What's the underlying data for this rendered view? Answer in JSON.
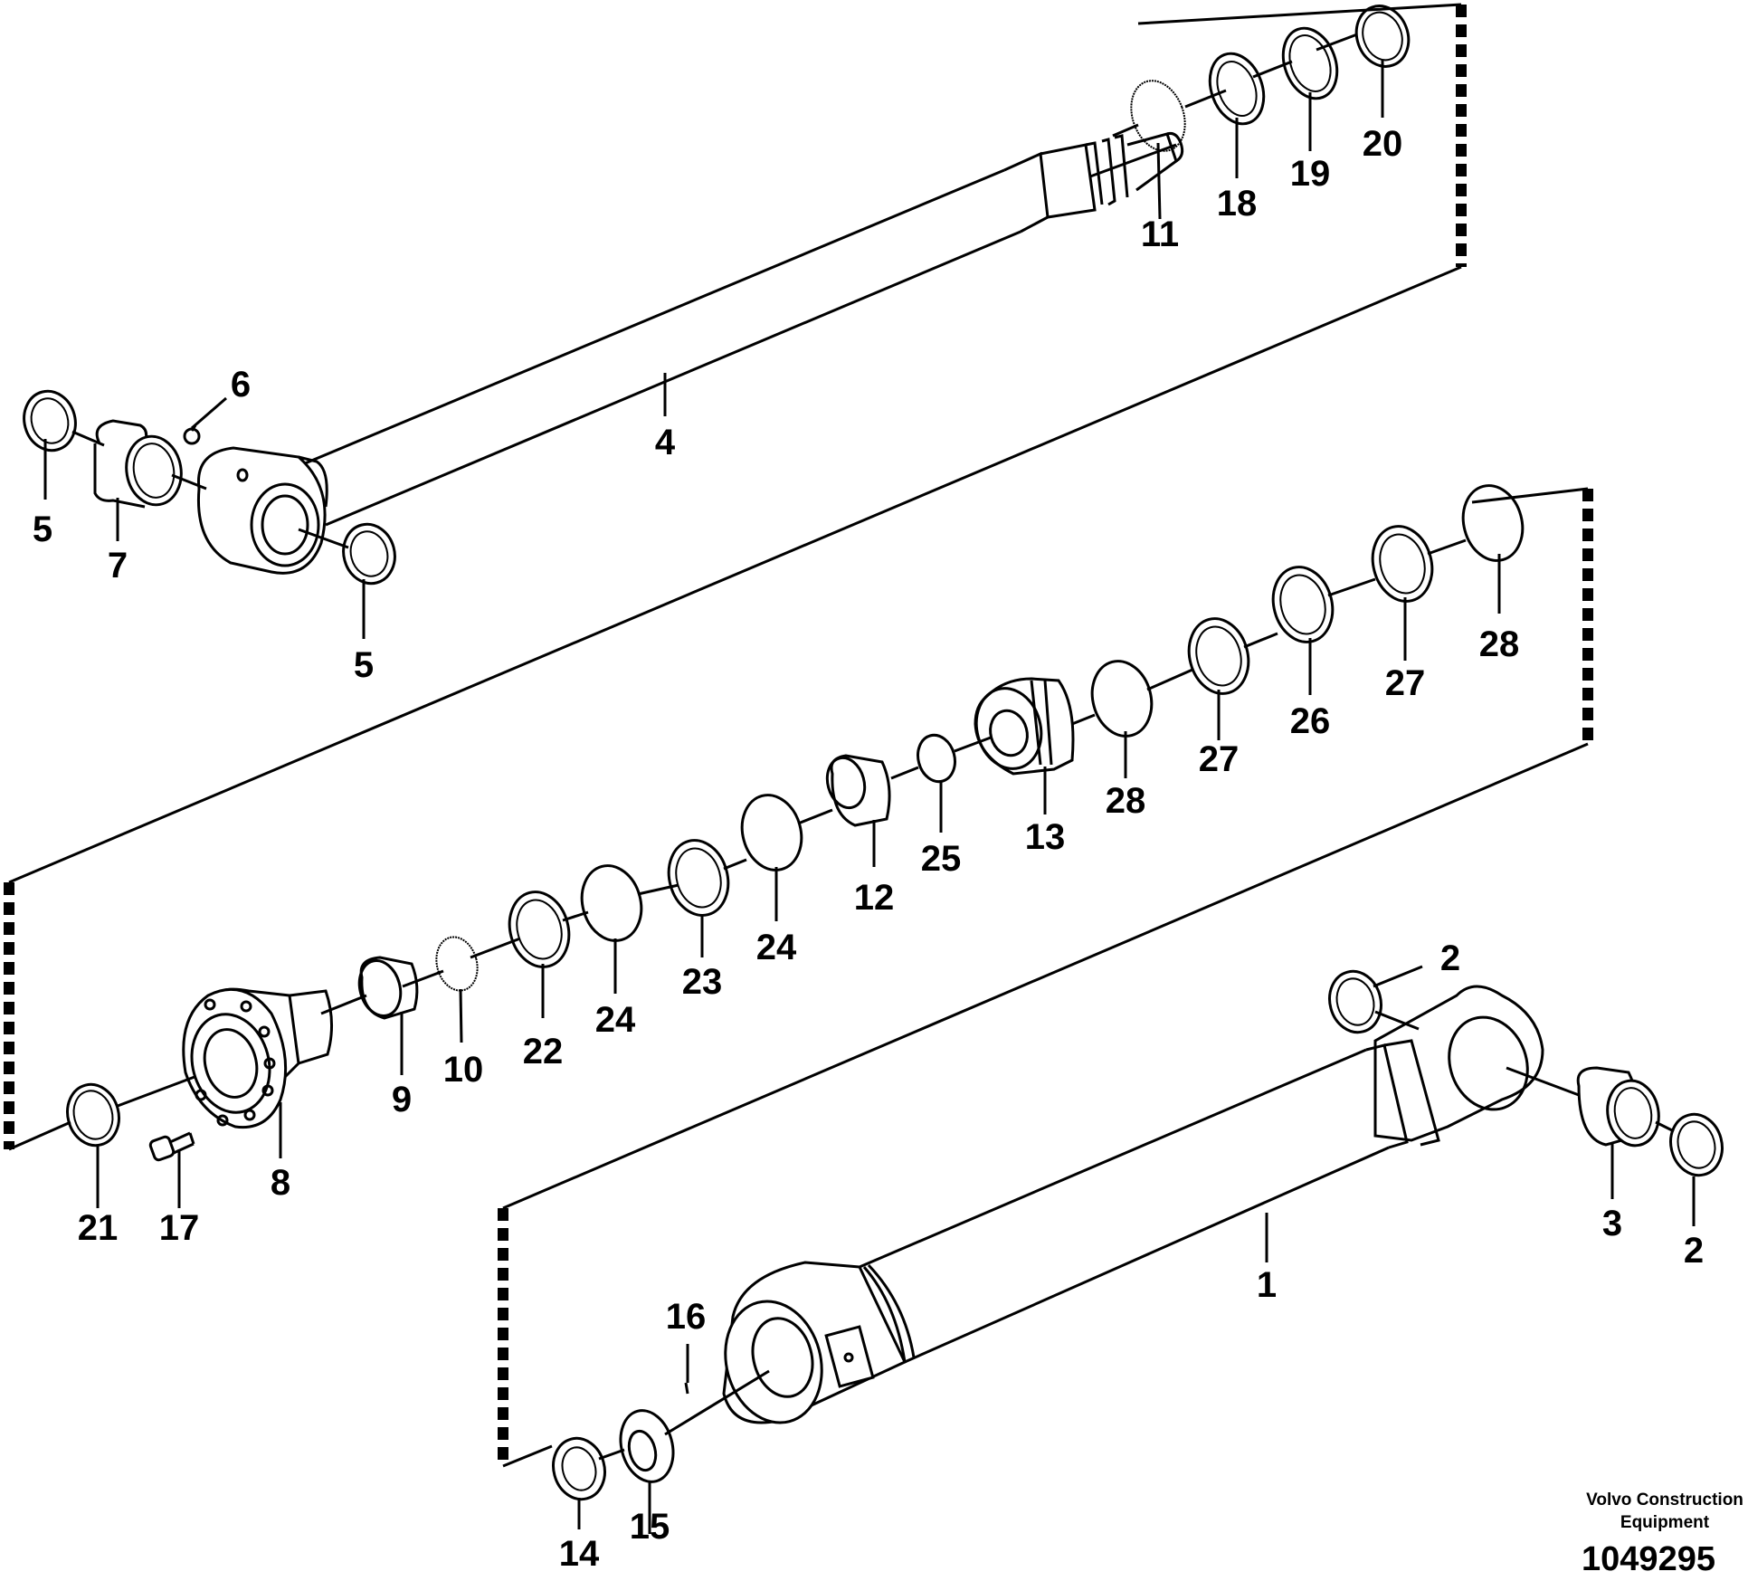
{
  "diagram": {
    "labels": {
      "p1": "1",
      "p2a": "2",
      "p2b": "2",
      "p3": "3",
      "p4": "4",
      "p5a": "5",
      "p5b": "5",
      "p6": "6",
      "p7": "7",
      "p8": "8",
      "p9": "9",
      "p10": "10",
      "p11": "11",
      "p12": "12",
      "p13": "13",
      "p14": "14",
      "p15": "15",
      "p16": "16",
      "p17": "17",
      "p18": "18",
      "p19": "19",
      "p20": "20",
      "p21": "21",
      "p22": "22",
      "p23": "23",
      "p24a": "24",
      "p24b": "24",
      "p25": "25",
      "p26": "26",
      "p27a": "27",
      "p27b": "27",
      "p28a": "28",
      "p28b": "28"
    },
    "brand_line1": "Volvo Construction",
    "brand_line2": "Equipment",
    "doc_number": "1049295"
  }
}
